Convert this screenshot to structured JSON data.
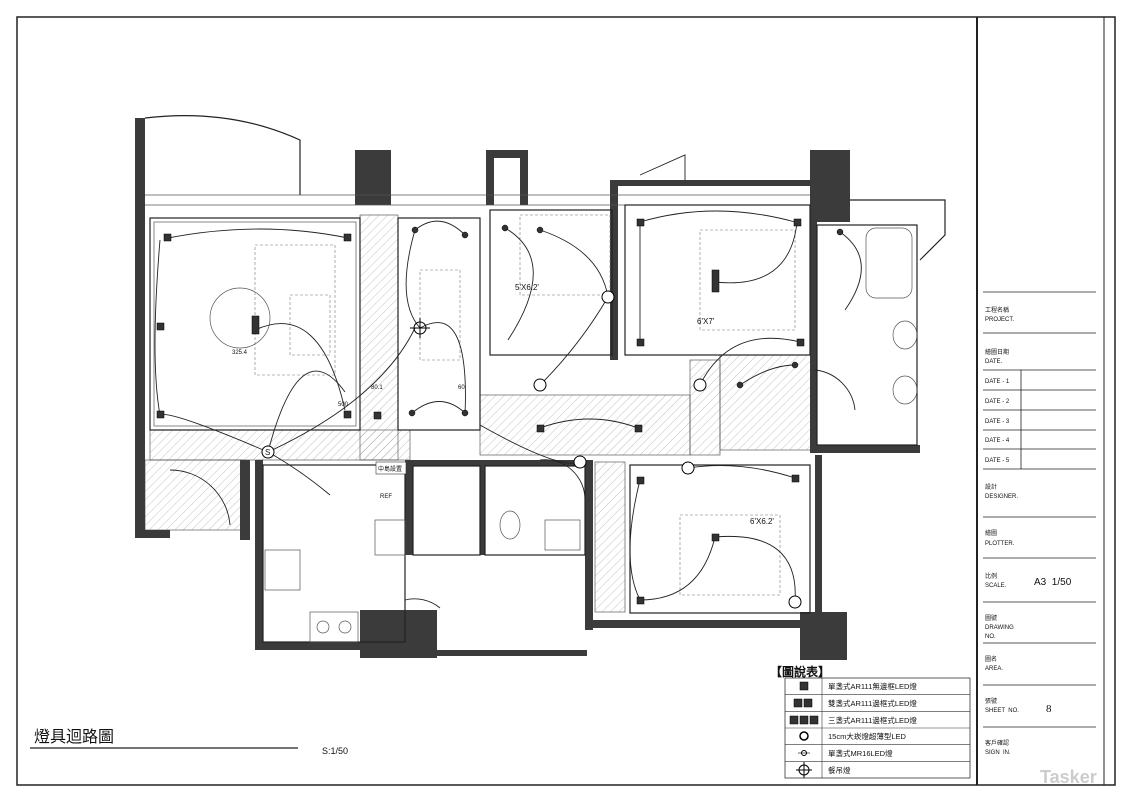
{
  "drawing": {
    "title": "燈具迴路圖",
    "scale_text": "S:1/50",
    "room_labels": {
      "bedroom1": "5'X6.2'",
      "bedroom2": "6'X7'",
      "bedroom3": "6'X6.2'",
      "dim_living": "325.4",
      "dim_dining1": "80.1",
      "dim_dining2": "60",
      "dim_small": "500",
      "island": "中島設置",
      "fridge": "REF",
      "switch": "S"
    }
  },
  "legend": {
    "header": "【圖說表】",
    "items": [
      {
        "icon": "single-ar111-icon",
        "label": "單盞式AR111無邊框LED燈"
      },
      {
        "icon": "double-ar111-icon",
        "label": "雙盞式AR111邊框式LED燈"
      },
      {
        "icon": "triple-ar111-icon",
        "label": "三盞式AR111邊框式LED燈"
      },
      {
        "icon": "downlight-15cm-icon",
        "label": "15cm大崁燈超薄型LED"
      },
      {
        "icon": "mr16-icon",
        "label": "單盞式MR16LED燈"
      },
      {
        "icon": "pendant-icon",
        "label": "餐吊燈"
      }
    ]
  },
  "title_block": {
    "project_zh": "工程名稱",
    "project_en": "PROJECT.",
    "date_zh": "繪圖日期",
    "date_en": "DATE.",
    "dates": [
      "DATE - 1",
      "DATE - 2",
      "DATE - 3",
      "DATE - 4",
      "DATE - 5"
    ],
    "designer_zh": "設計",
    "designer_en": "DESIGNER.",
    "plotter_zh": "繪圖",
    "plotter_en": "PLOTTER.",
    "scale_zh": "比例",
    "scale_en": "SCALE.",
    "scale_value": "A3  1/50",
    "drawing_no_zh": "圖號",
    "drawing_no_en1": "DRAWING",
    "drawing_no_en2": "NO.",
    "area_zh": "圖名",
    "area_en": "AREA.",
    "sheet_zh": "張號",
    "sheet_en": "SHEET  NO.",
    "sheet_value": "8",
    "sign_zh": "客戶確認",
    "sign_en": "SIGN  IN."
  },
  "watermark": "Tasker"
}
